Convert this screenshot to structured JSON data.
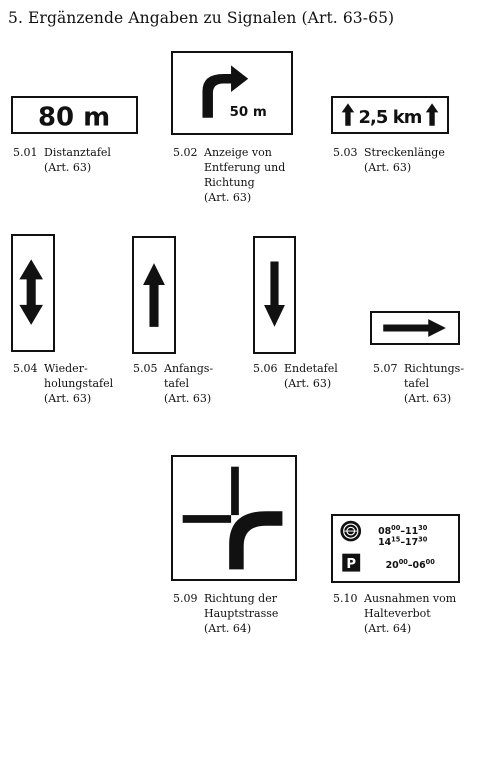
{
  "heading": "5.  Ergänzende Angaben zu Signalen (Art. 63-65)",
  "signs": [
    {
      "num": "5.01",
      "lines": [
        "Distanztafel",
        "(Art. 63)"
      ],
      "text": "80 m"
    },
    {
      "num": "5.02",
      "lines": [
        "Anzeige von",
        "Entferung und",
        "Richtung",
        "(Art. 63)"
      ],
      "text": "50 m"
    },
    {
      "num": "5.03",
      "lines": [
        "Streckenlänge",
        "(Art. 63)"
      ],
      "text": "2,5 km"
    },
    {
      "num": "5.04",
      "lines": [
        "Wieder-",
        "holungstafel",
        "(Art. 63)"
      ]
    },
    {
      "num": "5.05",
      "lines": [
        "Anfangs-",
        "tafel",
        "(Art. 63)"
      ]
    },
    {
      "num": "5.06",
      "lines": [
        "Endetafel",
        "(Art. 63)"
      ]
    },
    {
      "num": "5.07",
      "lines": [
        "Richtungs-",
        "tafel",
        "(Art. 63)"
      ]
    },
    {
      "num": "5.09",
      "lines": [
        "Richtung der",
        "Hauptstrasse",
        "(Art. 64)"
      ]
    },
    {
      "num": "5.10",
      "lines": [
        "Ausnahmen vom",
        "Halteverbot",
        "(Art. 64)"
      ],
      "time1": [
        "08",
        "00",
        "–",
        "11",
        "30"
      ],
      "time2": [
        "14",
        "15",
        "–",
        "17",
        "30"
      ],
      "time3": [
        "20",
        "00",
        "–",
        "06",
        "00"
      ],
      "parking_letter": "P"
    }
  ]
}
